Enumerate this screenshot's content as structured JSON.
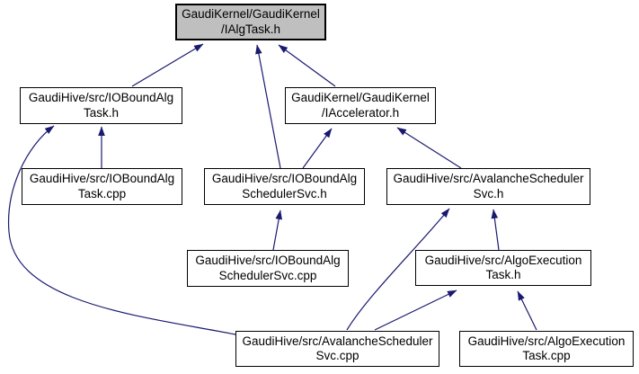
{
  "diagram": {
    "type": "include-dependency-graph",
    "style": "doxygen-included-by-graph",
    "colors": {
      "background": "#ffffff",
      "node_fill": "#ffffff",
      "node_border": "#000000",
      "highlighted_node_fill": "#bfbfbf",
      "edge": "#191970",
      "text": "#000000"
    },
    "nodes": [
      {
        "id": "IAlgTask_h",
        "line1": "GaudiKernel/GaudiKernel",
        "line2": "/IAlgTask.h",
        "highlighted": true
      },
      {
        "id": "IOBoundAlgTask_h",
        "line1": "GaudiHive/src/IOBoundAlg",
        "line2": "Task.h",
        "highlighted": false
      },
      {
        "id": "IAccelerator_h",
        "line1": "GaudiKernel/GaudiKernel",
        "line2": "/IAccelerator.h",
        "highlighted": false
      },
      {
        "id": "IOBoundAlgTask_cpp",
        "line1": "GaudiHive/src/IOBoundAlg",
        "line2": "Task.cpp",
        "highlighted": false
      },
      {
        "id": "IOBoundAlgSchedulerSvc_h",
        "line1": "GaudiHive/src/IOBoundAlg",
        "line2": "SchedulerSvc.h",
        "highlighted": false
      },
      {
        "id": "AvalancheSchedulerSvc_h",
        "line1": "GaudiHive/src/AvalancheScheduler",
        "line2": "Svc.h",
        "highlighted": false
      },
      {
        "id": "IOBoundAlgSchedulerSvc_cpp",
        "line1": "GaudiHive/src/IOBoundAlg",
        "line2": "SchedulerSvc.cpp",
        "highlighted": false
      },
      {
        "id": "AlgoExecutionTask_h",
        "line1": "GaudiHive/src/AlgoExecution",
        "line2": "Task.h",
        "highlighted": false
      },
      {
        "id": "AvalancheSchedulerSvc_cpp",
        "line1": "GaudiHive/src/AvalancheScheduler",
        "line2": "Svc.cpp",
        "highlighted": false
      },
      {
        "id": "AlgoExecutionTask_cpp",
        "line1": "GaudiHive/src/AlgoExecution",
        "line2": "Task.cpp",
        "highlighted": false
      }
    ],
    "edges": [
      {
        "from": "IOBoundAlgTask_h",
        "to": "IAlgTask_h"
      },
      {
        "from": "IOBoundAlgSchedulerSvc_h",
        "to": "IAlgTask_h"
      },
      {
        "from": "IAccelerator_h",
        "to": "IAlgTask_h"
      },
      {
        "from": "IOBoundAlgTask_cpp",
        "to": "IOBoundAlgTask_h"
      },
      {
        "from": "AvalancheSchedulerSvc_cpp",
        "to": "IOBoundAlgTask_h"
      },
      {
        "from": "IOBoundAlgSchedulerSvc_h",
        "to": "IAccelerator_h"
      },
      {
        "from": "AvalancheSchedulerSvc_h",
        "to": "IAccelerator_h"
      },
      {
        "from": "IOBoundAlgSchedulerSvc_cpp",
        "to": "IOBoundAlgSchedulerSvc_h"
      },
      {
        "from": "AvalancheSchedulerSvc_cpp",
        "to": "AvalancheSchedulerSvc_h"
      },
      {
        "from": "AlgoExecutionTask_h",
        "to": "AvalancheSchedulerSvc_h"
      },
      {
        "from": "AvalancheSchedulerSvc_cpp",
        "to": "AlgoExecutionTask_h"
      },
      {
        "from": "AlgoExecutionTask_cpp",
        "to": "AlgoExecutionTask_h"
      }
    ]
  }
}
